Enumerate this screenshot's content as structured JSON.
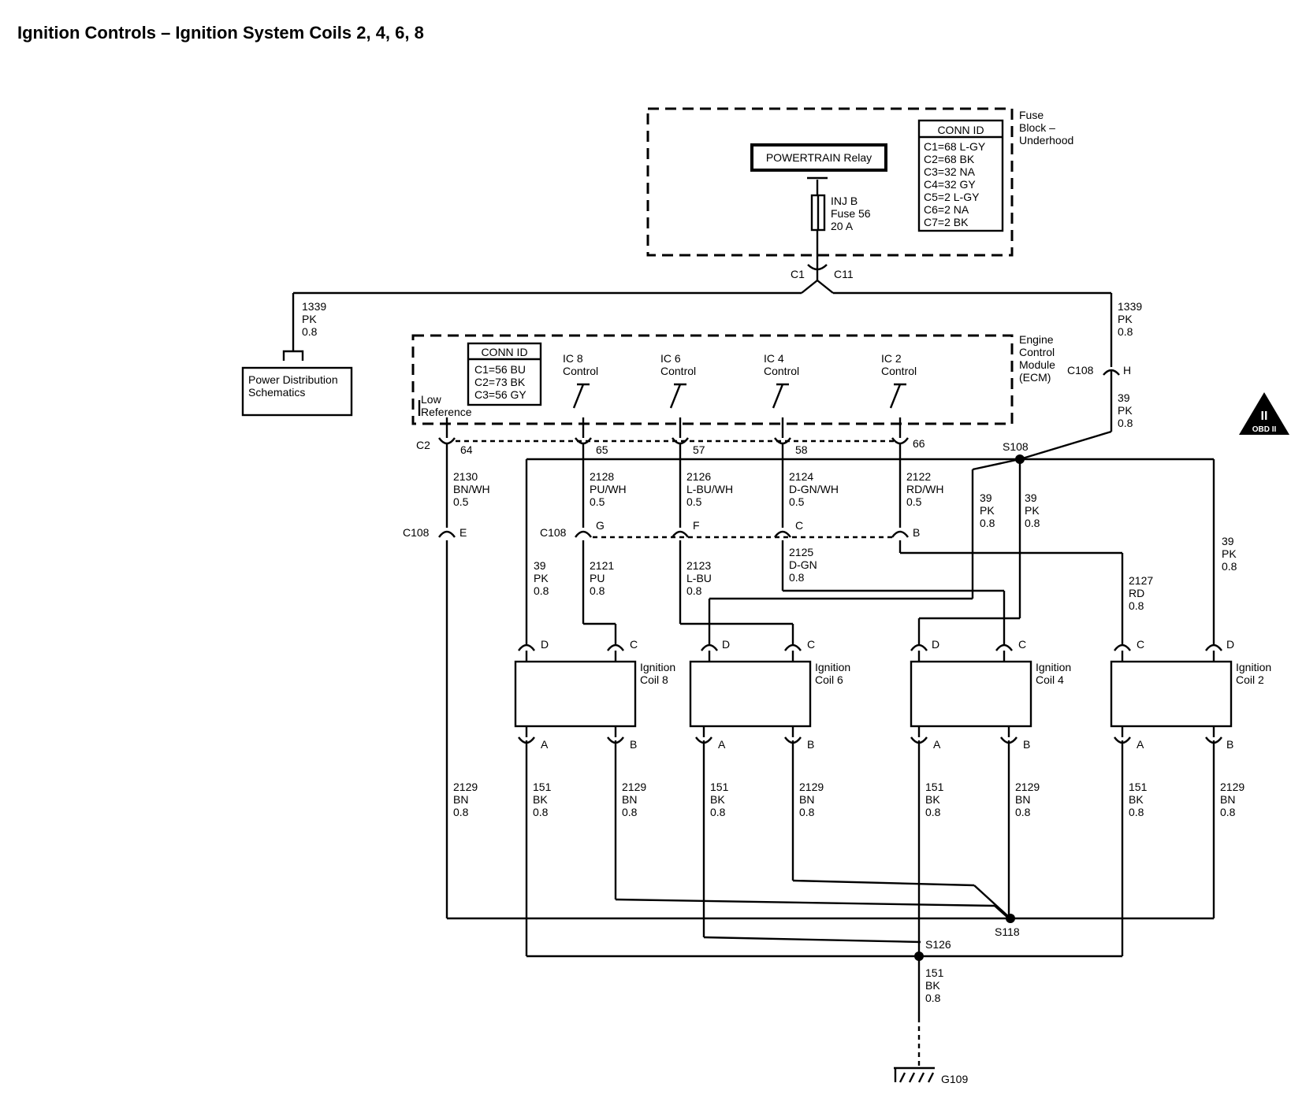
{
  "title": "Ignition Controls – Ignition System Coils 2, 4, 6, 8",
  "fuse_block": {
    "label": [
      "Fuse",
      "Block –",
      "Underhood"
    ],
    "relay": "POWERTRAIN Relay",
    "fuse": [
      "INJ B",
      "Fuse 56",
      "20 A"
    ],
    "conn_title": "CONN ID",
    "conn": [
      "C1=68 L-GY",
      "C2=68 BK",
      "C3=32 NA",
      "C4=32 GY",
      "C5=2 L-GY",
      "C6=2 NA",
      "C7=2 BK"
    ],
    "out_left": "C1",
    "out_right": "C11"
  },
  "wire_left": [
    "1339",
    "PK",
    "0.8"
  ],
  "wire_right": [
    "1339",
    "PK",
    "0.8"
  ],
  "power_dist": [
    "Power Distribution",
    "Schematics"
  ],
  "ecm": {
    "label": [
      "Engine",
      "Control",
      "Module",
      "(ECM)"
    ],
    "conn_title": "CONN ID",
    "conn": [
      "C1=56 BU",
      "C2=73 BK",
      "C3=56 GY"
    ],
    "low_ref": [
      "Low",
      "Reference"
    ],
    "controls": [
      [
        "IC 8",
        "Control"
      ],
      [
        "IC 6",
        "Control"
      ],
      [
        "IC 4",
        "Control"
      ],
      [
        "IC 2",
        "Control"
      ]
    ],
    "c2": "C2",
    "pins": [
      "64",
      "65",
      "57",
      "58",
      "66"
    ]
  },
  "c108_top": "C108",
  "c108_top_pin": "H",
  "wire_39_top": [
    "39",
    "PK",
    "0.8"
  ],
  "s108": "S108",
  "ecm_wires": [
    [
      "2130",
      "BN/WH",
      "0.5"
    ],
    [
      "2128",
      "PU/WH",
      "0.5"
    ],
    [
      "2126",
      "L-BU/WH",
      "0.5"
    ],
    [
      "2124",
      "D-GN/WH",
      "0.5"
    ],
    [
      "2122",
      "RD/WH",
      "0.5"
    ]
  ],
  "wire_39_mid_a": [
    "39",
    "PK",
    "0.8"
  ],
  "wire_39_mid_b": [
    "39",
    "PK",
    "0.8"
  ],
  "c108_left": "C108",
  "c108_left_pin": "E",
  "c108_mid": "C108",
  "c108_pins": [
    "G",
    "F",
    "C",
    "B"
  ],
  "lower_wires": {
    "w39_left": [
      "39",
      "PK",
      "0.8"
    ],
    "w2121": [
      "2121",
      "PU",
      "0.8"
    ],
    "w2123": [
      "2123",
      "L-BU",
      "0.8"
    ],
    "w2125": [
      "2125",
      "D-GN",
      "0.8"
    ],
    "w2127": [
      "2127",
      "RD",
      "0.8"
    ],
    "w39_right": [
      "39",
      "PK",
      "0.8"
    ]
  },
  "coils": [
    {
      "name": [
        "Ignition",
        "Coil 8"
      ],
      "top": [
        "D",
        "C"
      ]
    },
    {
      "name": [
        "Ignition",
        "Coil 6"
      ],
      "top": [
        "D",
        "C"
      ]
    },
    {
      "name": [
        "Ignition",
        "Coil 4"
      ],
      "top": [
        "D",
        "C"
      ]
    },
    {
      "name": [
        "Ignition",
        "Coil 2"
      ],
      "top": [
        "C",
        "D"
      ]
    }
  ],
  "coil_bottom_pins": [
    "A",
    "B"
  ],
  "bottom_wires": {
    "bn_left": [
      "2129",
      "BN",
      "0.8"
    ],
    "bk": [
      "151",
      "BK",
      "0.8"
    ],
    "bn": [
      "2129",
      "BN",
      "0.8"
    ]
  },
  "s118": "S118",
  "s126": "S126",
  "ground_wire": [
    "151",
    "BK",
    "0.8"
  ],
  "ground": "G109",
  "obd": "OBD II",
  "obd_mark": "II"
}
